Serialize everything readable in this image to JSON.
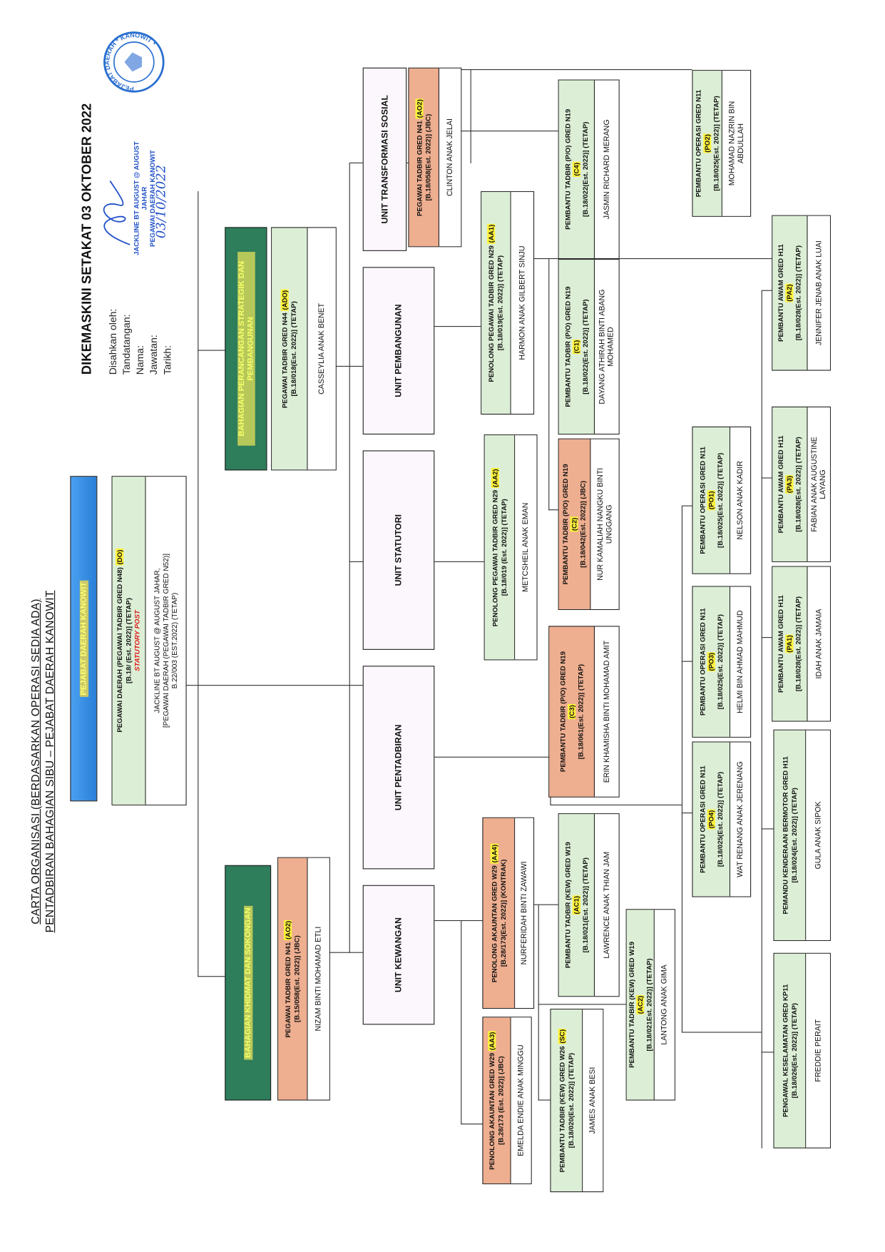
{
  "header": {
    "title1": "CARTA ORGANISASI (BERDASARKAN OPERASI SEDIA ADA)",
    "title2": "PENTADBIRAN BAHAGIAN SIBU – PEJABAT DAERAH KANOWIT",
    "updated": "DIKEMASKINI SETAKAT 03 OKTOBER 2022",
    "labels": [
      "Disahkan oleh:",
      "Tandatangan:",
      "Nama:",
      "Jawatan:",
      "Tarikh:"
    ],
    "signature": {
      "name": "JACKLINE BT AUGUST @ AUGUST JAHAR",
      "post": "PEGAWAI DAERAH KANOWIT",
      "date": "03/10/2022"
    },
    "stamp_text": "PEJABAT DAERAH * KANOWIT *"
  },
  "office": "PEJABAT DAERAH KANOWIT",
  "divisions": {
    "khidmat": "BAHAGIAN KHIDMAT DAN SOKONGAN",
    "perancangan": "BAHAGIAN PERANCANGAN STRATEGIK DAN PEMBANGUNAN"
  },
  "units": {
    "kewangan": "UNIT KEWANGAN",
    "pentadbiran": "UNIT PENTADBIRAN",
    "statutori": "UNIT STATUTORI",
    "pembangunan": "UNIT PEMBANGUNAN",
    "transformasi": "UNIT TRANSFORMASI SOSIAL"
  },
  "boxes": {
    "do": {
      "title": "PEGAWAI DAERAH  (PEGAWAI TADBIR GRED N48)",
      "code": "(DO)",
      "ref": "[B.18/   (Est. 2022)] (TETAP)",
      "note": "STATUTORY POST",
      "name": "JACKLINE BT AUGUST @ AUGUST JAHAR,\n[PEGAWAI DAERAH (PEGAWAI TADBIR GRED N52)]\nB.22/003 (EST.2022) (TETAP)"
    },
    "ao2k": {
      "title": "PEGAWAI TADBIR GRED N41",
      "code": "(AO2)",
      "ref": "[B.15/058(Est. 2022)] (JBC)",
      "name": "NIZAM BINTI MOHAMAD ETLI"
    },
    "ado": {
      "title": "PEGAWAI TADBIR GRED N44",
      "code": "(ADO)",
      "ref": "[B.18/018(Est. 2022)] (TETAP)",
      "name": "CASSEYLIA ANAK BENET"
    },
    "ao2t": {
      "title": "PEGAWAI TADBIR GRED N41",
      "code": "(AO2)",
      "ref": "[B.18/058(Est. 2022)] (JBC)",
      "name": "CLINTON ANAK JELAI"
    },
    "aa1": {
      "title": "PENOLONG PEGAWAI TADBIR GRED N29",
      "code": "(AA1)",
      "ref": "[B.18/019(Est. 2022)] (TETAP)",
      "name": "HARMON ANAK GILBERT SINJU"
    },
    "aa2": {
      "title": "PENOLONG PEGAWAI TADBIR GRED N29",
      "code": "(AA2)",
      "ref": "[B.18/019 (Est. 2022)] (TETAP)",
      "name": "METCSHEIL ANAK EMAN"
    },
    "aa4": {
      "title": "PENOLONG AKAUNTAN GRED W29",
      "code": "(AA4)",
      "ref": "[B.28/173(Est. 2022)] (KONTRAK)",
      "name": "NURFERIDAH BINTI ZAWAWI"
    },
    "aa3": {
      "title": "PENOLONG AKAUNTAN GRED W29",
      "code": "(AA3)",
      "ref": "[B.28/173 (Est. 2022)] (JBC)",
      "name": "EMELDA ENDIE ANAK MINGGU"
    },
    "ac1": {
      "title": "PEMBANTU TADBIR (KEW) GRED W19",
      "code": "(AC1)",
      "ref": "[B.18/021(Est. 2022)] (TETAP)",
      "name": "LAWRENCE ANAK THIAN JAM"
    },
    "sc": {
      "title": "PEMBANTU TADBIR (KEW) GRED W26",
      "code": "(SC)",
      "ref": "[B.18/020(Est. 2022)] (TETAP)",
      "name": "JAMES ANAK BESI"
    },
    "ac2": {
      "title": "PEMBANTU TADBIR (KEW) GRED W19",
      "code": "(AC2)",
      "ref": "[B.18/021Est. 2022)] (TETAP)",
      "name": "LANTONG ANAK GIMA"
    },
    "c4": {
      "title": "PEMBANTU TADBIR (P/O) GRED N19",
      "code": "(C4)",
      "ref": "[B.18/022(Est. 2022)] (TETAP)",
      "name": "JASMIN RICHARD MERANG"
    },
    "c1": {
      "title": "PEMBANTU TADBIR (P/O) GRED N19",
      "code": "(C1)",
      "ref": "[B.18/022(Est. 2022)] (TETAP)",
      "name": "DAYANG ATHIRAH BINTI ABANG\nMOHAMED"
    },
    "c2": {
      "title": "PEMBANTU TADBIR (P/O) GRED N19",
      "code": "(C2)",
      "ref": "[B.18/042(Est. 2022)] (JBC)",
      "name": "NUR KAMALIAH NANGKU BINTI\nUNGGANG"
    },
    "c3": {
      "title": "PEMBANTU TADBIR (P/O) GRED N19",
      "code": "(C3)",
      "ref": "[B.18/061(Est. 2022)] (TETAP)",
      "name": "ERIN KHAMISHA BINTI MOHAMAD AMIT"
    },
    "po2": {
      "title": "PEMBANTU OPERASI GRED N11",
      "code": "(PO2)",
      "ref": "[B.18/025(Est. 2022)] (TETAP)",
      "name": "MOHAMAD NAZRIN BIN\nABDULLAH"
    },
    "po1": {
      "title": "PEMBANTU OPERASI GRED N11",
      "code": "(PO1)",
      "ref": "[B.18/025(Est. 2022)] (TETAP)",
      "name": "NELSON ANAK KADIR"
    },
    "po3": {
      "title": "PEMBANTU OPERASI GRED N11",
      "code": "(PO3)",
      "ref": "[B.18/025(Est. 2022)] (TETAP)",
      "name": "HELMI BIN AHMAD MAHMUD"
    },
    "po4": {
      "title": "PEMBANTU OPERASI GRED N11",
      "code": "(PO4)",
      "ref": "[B.18/025(Est. 2022)] (TETAP)",
      "name": "WAT RENANG ANAK JERENANG"
    },
    "pa2": {
      "title": "PEMBANTU AWAM GRED H11",
      "code": "(PA2)",
      "ref": "[B.18/028(Est. 2022)] (TETAP)",
      "name": "JENNIFER JENAB ANAK LUAI"
    },
    "pa3": {
      "title": "PEMBANTU AWAM GRED H11",
      "code": "(PA3)",
      "ref": "[B.18/028(Est. 2022)] (TETAP)",
      "name": "FABIAN ANAK AUGUSTINE\nLAYANG"
    },
    "pa1": {
      "title": "PEMBANTU AWAM GRED H11",
      "code": "(PA1)",
      "ref": "[B.18/028(Est. 2022)] (TETAP)",
      "name": "IDAH ANAK JAMAIA"
    },
    "pemandu": {
      "title": "PEMANDU KENDERAAN BERMOTOR GRED H11",
      "code": "",
      "ref": "[B.18/024(Est. 2022)] (TETAP)",
      "name": "GULA ANAK SIPOK"
    },
    "pengawal": {
      "title": "PENGAWAL KESELAMATAN GRED KP11",
      "code": "",
      "ref": "[B.18/026(Est. 2022)] (TETAP)",
      "name": "FREDDIE PERAIT"
    }
  },
  "colors": {
    "green": "#dcefd6",
    "salmon": "#eeae90",
    "division": "#2e7d5b",
    "office": "#2a7fd8",
    "highlight": "#fff23a"
  }
}
